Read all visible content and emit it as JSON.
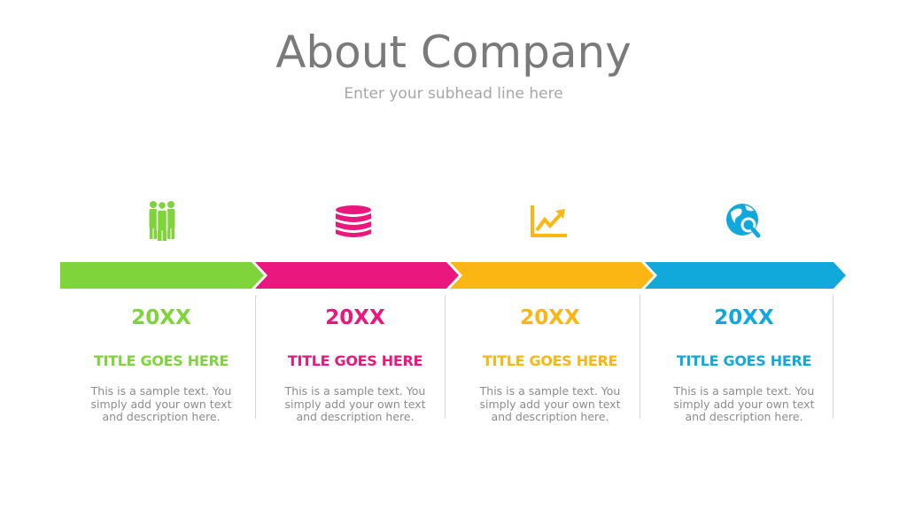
{
  "header": {
    "title": "About Company",
    "subhead": "Enter your subhead line here"
  },
  "steps": [
    {
      "icon": "people-icon",
      "color": "#7ed43a",
      "year": "20XX",
      "title": "TITLE GOES HERE",
      "desc": "This is a sample text. You simply add your own text and description here."
    },
    {
      "icon": "database-icon",
      "color": "#ea177e",
      "year": "20XX",
      "title": "TITLE GOES HERE",
      "desc": "This is a sample text. You simply add your own text and description here."
    },
    {
      "icon": "growth-chart-icon",
      "color": "#fbb614",
      "year": "20XX",
      "title": "TITLE GOES HERE",
      "desc": "This is a sample text. You simply add your own text and description here."
    },
    {
      "icon": "globe-search-icon",
      "color": "#11a8dc",
      "year": "20XX",
      "title": "TITLE GOES HERE",
      "desc": "This is a sample text. You simply add your own text and description here."
    }
  ]
}
